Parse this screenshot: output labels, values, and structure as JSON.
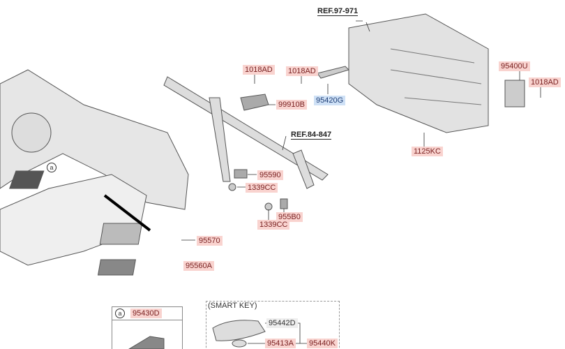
{
  "refs": {
    "hvac": "REF.97-971",
    "cowl": "REF.84-847"
  },
  "labels": {
    "l1018ad_a": "1018AD",
    "l1018ad_b": "1018AD",
    "l1018ad_c": "1018AD",
    "l95400u": "95400U",
    "l99910b": "99910B",
    "l95420g": "95420G",
    "l1125kc": "1125KC",
    "l95590": "95590",
    "l1339cc_a": "1339CC",
    "l1339cc_b": "1339CC",
    "l955b0": "955B0",
    "l95570": "95570",
    "l95560a": "95560A"
  },
  "callout": {
    "marker": "a",
    "part": "95430D"
  },
  "smart_key": {
    "title": "(SMART KEY)",
    "key": "95442D",
    "battery": "95413A",
    "assy": "95440K"
  }
}
